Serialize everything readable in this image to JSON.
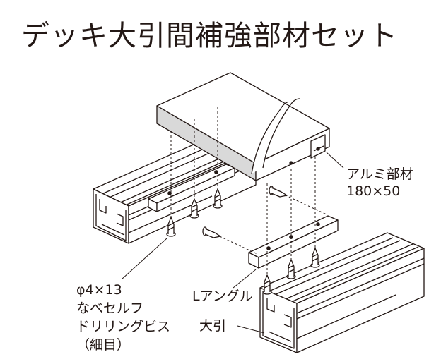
{
  "title": "デッキ大引間補強部材セット",
  "labels": {
    "aluminum_part": [
      "アルミ部材",
      "180×50"
    ],
    "screw": [
      "φ4×13",
      "なべセルフ",
      "ドリリングビス",
      "（細目）"
    ],
    "l_angle": "Lアングル",
    "joist": "大引"
  }
}
